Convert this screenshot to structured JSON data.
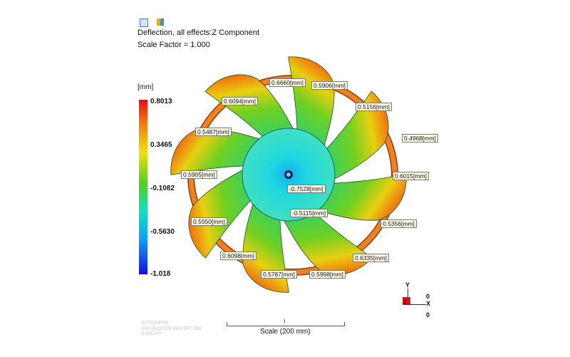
{
  "title": "Deflection, all effects:Z Component",
  "scale_factor": "Scale Factor = 1.000",
  "icons": [
    "result-icon",
    "layers-icon"
  ],
  "legend": {
    "unit": "[mm]",
    "values": [
      "0.8013",
      "0.3465",
      "-0.1082",
      "-0.5630",
      "-1.018"
    ]
  },
  "labels": [
    "0.6660[mm]",
    "0.5906[mm]",
    "0.6094[mm]",
    "0.5156[mm]",
    "0.5487[mm]",
    "0.4968[mm]",
    "0.5905[mm]",
    "0.6015[mm]",
    "-0.7528[mm]",
    "-0.5115[mm]",
    "0.5550[mm]",
    "0.5356[mm]",
    "0.6098[mm]",
    "0.6335[mm]",
    "0.5787[mm]",
    "0.5998[mm]"
  ],
  "watermark": [
    "AUTODESK",
    "SIMULATION MOLDFLOW",
    "INSIGHT"
  ],
  "scale_label": "Scale (200 mm)",
  "axes": {
    "y": "Y",
    "z": "Z",
    "x": "X",
    "o1": "0",
    "o2": "0"
  }
}
